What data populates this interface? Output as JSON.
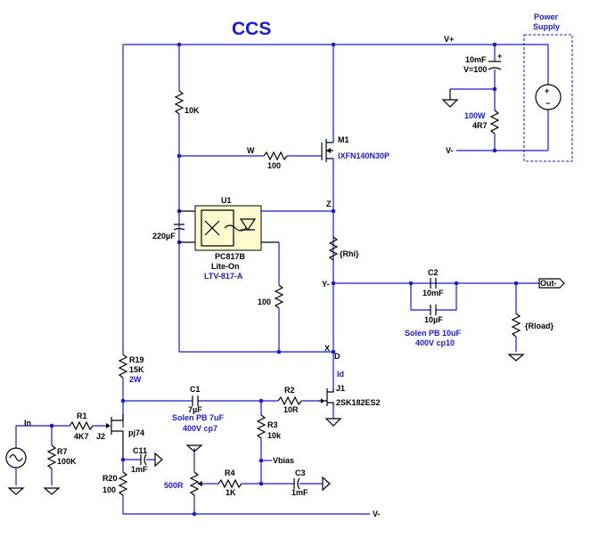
{
  "title": "CCS",
  "net_labels": {
    "vplus": "V+",
    "vminus_top": "V-",
    "vminus_bottom": "V-",
    "w": "W",
    "z": "Z",
    "y": "Y-",
    "x": "X",
    "d": "D",
    "out": "Out-",
    "in": "In",
    "vbias": "Vbias",
    "id": "Id"
  },
  "power_supply": {
    "label_line1": "Power",
    "label_line2": "Supply"
  },
  "components": {
    "cps_value": "10mF",
    "cps_v": "V=100",
    "rps_power": "100W",
    "rps_value": "4R7",
    "r10k": "10K",
    "rw": "100",
    "m1_ref": "M1",
    "m1_part": "IXFN140N30P",
    "u1_ref": "U1",
    "u1_part1": "PC817B",
    "u1_part2": "Lite-On",
    "u1_part3": "LTV-817-A",
    "c220": "220µF",
    "r100_opto": "100",
    "rhi": "{Rhi}",
    "c2_ref": "C2",
    "c2_val1": "10mF",
    "c2_val2": "10µF",
    "c2_note1": "Solen PB 10uF",
    "c2_note2": "400V cp10",
    "rload": "{Rload}",
    "r19_ref": "R19",
    "r19_val": "15K",
    "r19_pwr": "2W",
    "c1_ref": "C1",
    "c1_val": "7µF",
    "c1_note1": "Solen PB 7uF",
    "c1_note2": "400V cp7",
    "r2_ref": "R2",
    "r2_val": "10R",
    "j1_ref": "J1",
    "j1_part": "2SK182ES2",
    "r1_ref": "R1",
    "r1_val": "4K7",
    "j2_ref": "J2",
    "j2_part": "pj74",
    "r7_ref": "R7",
    "r7_val": "100K",
    "c11_ref": "C11",
    "c11_val": "1mF",
    "r20_ref": "R20",
    "r20_val": "100",
    "r3_ref": "R3",
    "r3_val": "10k",
    "pot_val": "500R",
    "r4_ref": "R4",
    "r4_val": "1K",
    "c3_ref": "C3",
    "c3_val": "1mF"
  }
}
